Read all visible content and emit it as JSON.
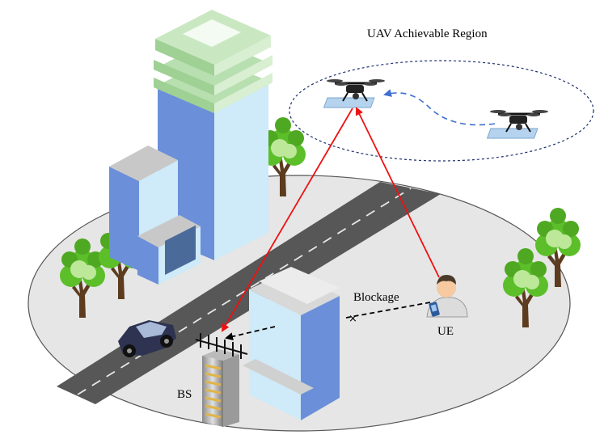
{
  "labels": {
    "region_title": "UAV Achievable Region",
    "blockage": "Blockage",
    "ue": "UE",
    "bs": "BS"
  },
  "colors": {
    "ground_fill": "#e6e6e6",
    "ground_stroke": "#555555",
    "road": "#575757",
    "link_red": "#ee1111",
    "trajectory_blue": "#3f6fcf",
    "region_ellipse": "#1b2f6e",
    "building_blue": "#6b8fd8",
    "building_light": "#cfeaf8",
    "building_green": "#b8dfb0",
    "tree_green": "#5cbf2a",
    "trunk_brown": "#5c3b1e"
  },
  "icons": [
    "uav-drone-icon",
    "uav-drone-icon",
    "base-station-antenna-icon",
    "user-equipment-person-icon",
    "car-icon",
    "tree-icon",
    "skyscraper-icon"
  ]
}
